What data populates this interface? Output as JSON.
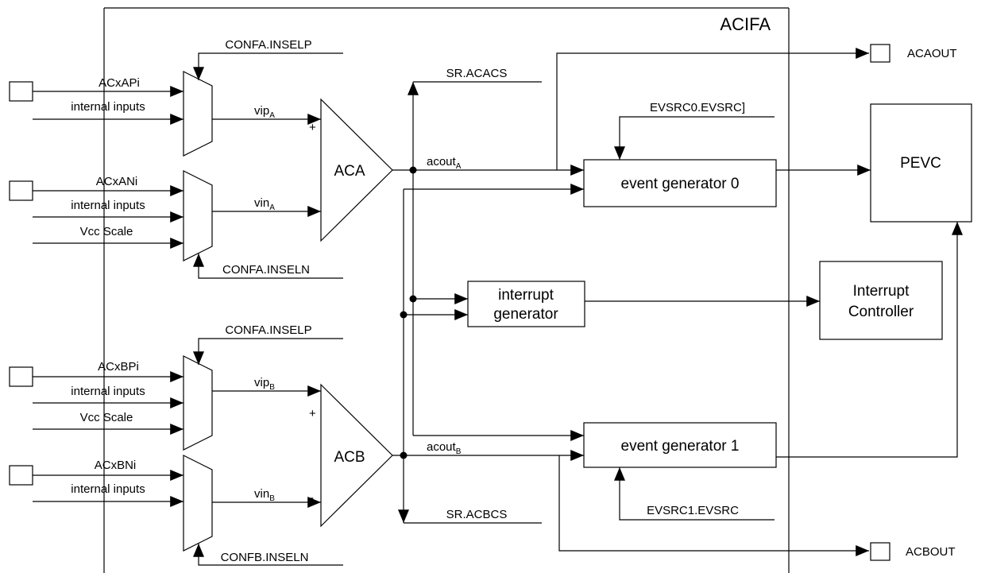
{
  "block_title": "ACIFA",
  "comparators": {
    "a": "ACA",
    "b": "ACB",
    "plus": "+",
    "minus": "-"
  },
  "pins": {
    "acxapi": "ACxAPi",
    "acxani": "ACxANi",
    "acxbpi": "ACxBPi",
    "acxbni": "ACxBNi"
  },
  "inputs": {
    "internal": "internal inputs",
    "vcc_scale": "Vcc Scale"
  },
  "selects": {
    "confa_inselp_top": "CONFA.INSELP",
    "confa_inseln": "CONFA.INSELN",
    "confa_inselp_bottom": "CONFA.INSELP",
    "confb_inseln": "CONFB.INSELN"
  },
  "signals": {
    "vip_a_main": "vip",
    "vip_a_sub": "A",
    "vin_a_main": "vin",
    "vin_a_sub": "A",
    "vip_b_main": "vip",
    "vip_b_sub": "B",
    "vin_b_main": "vin",
    "vin_b_sub": "B",
    "acout_a_main": "acout",
    "acout_a_sub": "A",
    "acout_b_main": "acout",
    "acout_b_sub": "B"
  },
  "status": {
    "sr_acacs": "SR.ACACS",
    "sr_acbcs": "SR.ACBCS"
  },
  "event_sources": {
    "evsrc0": "EVSRC0.EVSRC]",
    "evsrc1": "EVSRC1.EVSRC"
  },
  "blocks": {
    "event_gen_0": "event generator 0",
    "event_gen_1": "event generator 1",
    "interrupt_gen_line1": "interrupt",
    "interrupt_gen_line2": "generator",
    "pevc": "PEVC",
    "interrupt_ctrl_line1": "Interrupt",
    "interrupt_ctrl_line2": "Controller"
  },
  "outputs": {
    "acaout": "ACAOUT",
    "acbout": "ACBOUT"
  }
}
